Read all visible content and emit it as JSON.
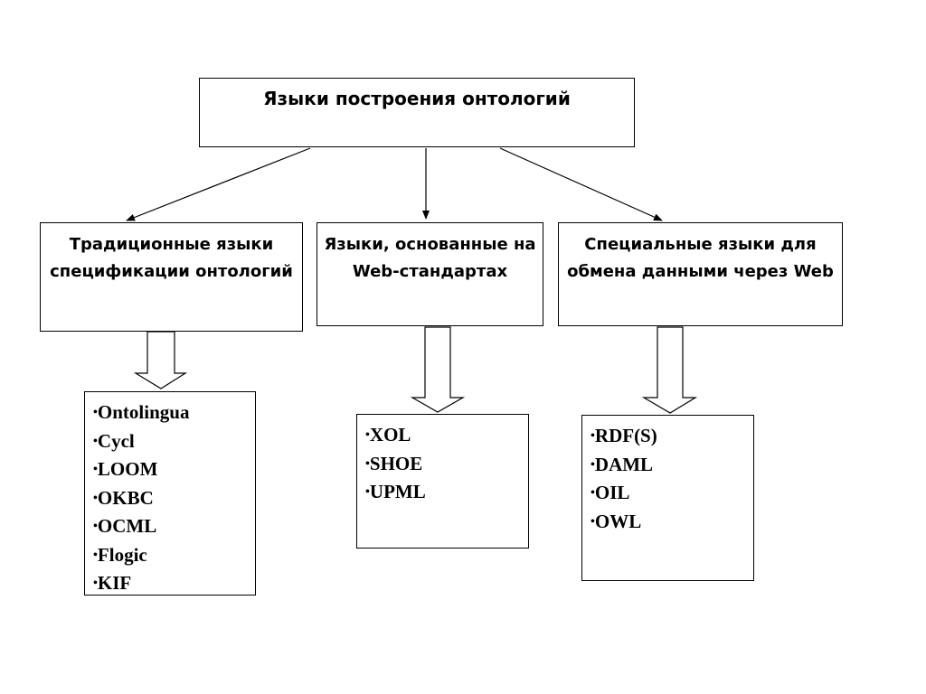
{
  "diagram": {
    "root": {
      "title": "Языки построения онтологий"
    },
    "categories": [
      {
        "id": "trad",
        "title": "Традиционные языки спецификации онтологий",
        "languages": [
          "Ontolingua",
          "Cycl",
          "LOOM",
          "OKBC",
          "OCML",
          "Flogic",
          "KIF"
        ]
      },
      {
        "id": "web",
        "title": "Языки, основанные на Web-стандартах",
        "languages": [
          "XOL",
          "SHOE",
          "UPML"
        ]
      },
      {
        "id": "exchange",
        "title": "Специальные языки для обмена данными через Web",
        "languages": [
          "RDF(S)",
          "DAML",
          "OIL",
          "OWL"
        ]
      }
    ],
    "bullet_glyph": "•",
    "colors": {
      "line": "#000000",
      "box_border": "#000000",
      "background": "#ffffff",
      "text": "#000000"
    }
  }
}
